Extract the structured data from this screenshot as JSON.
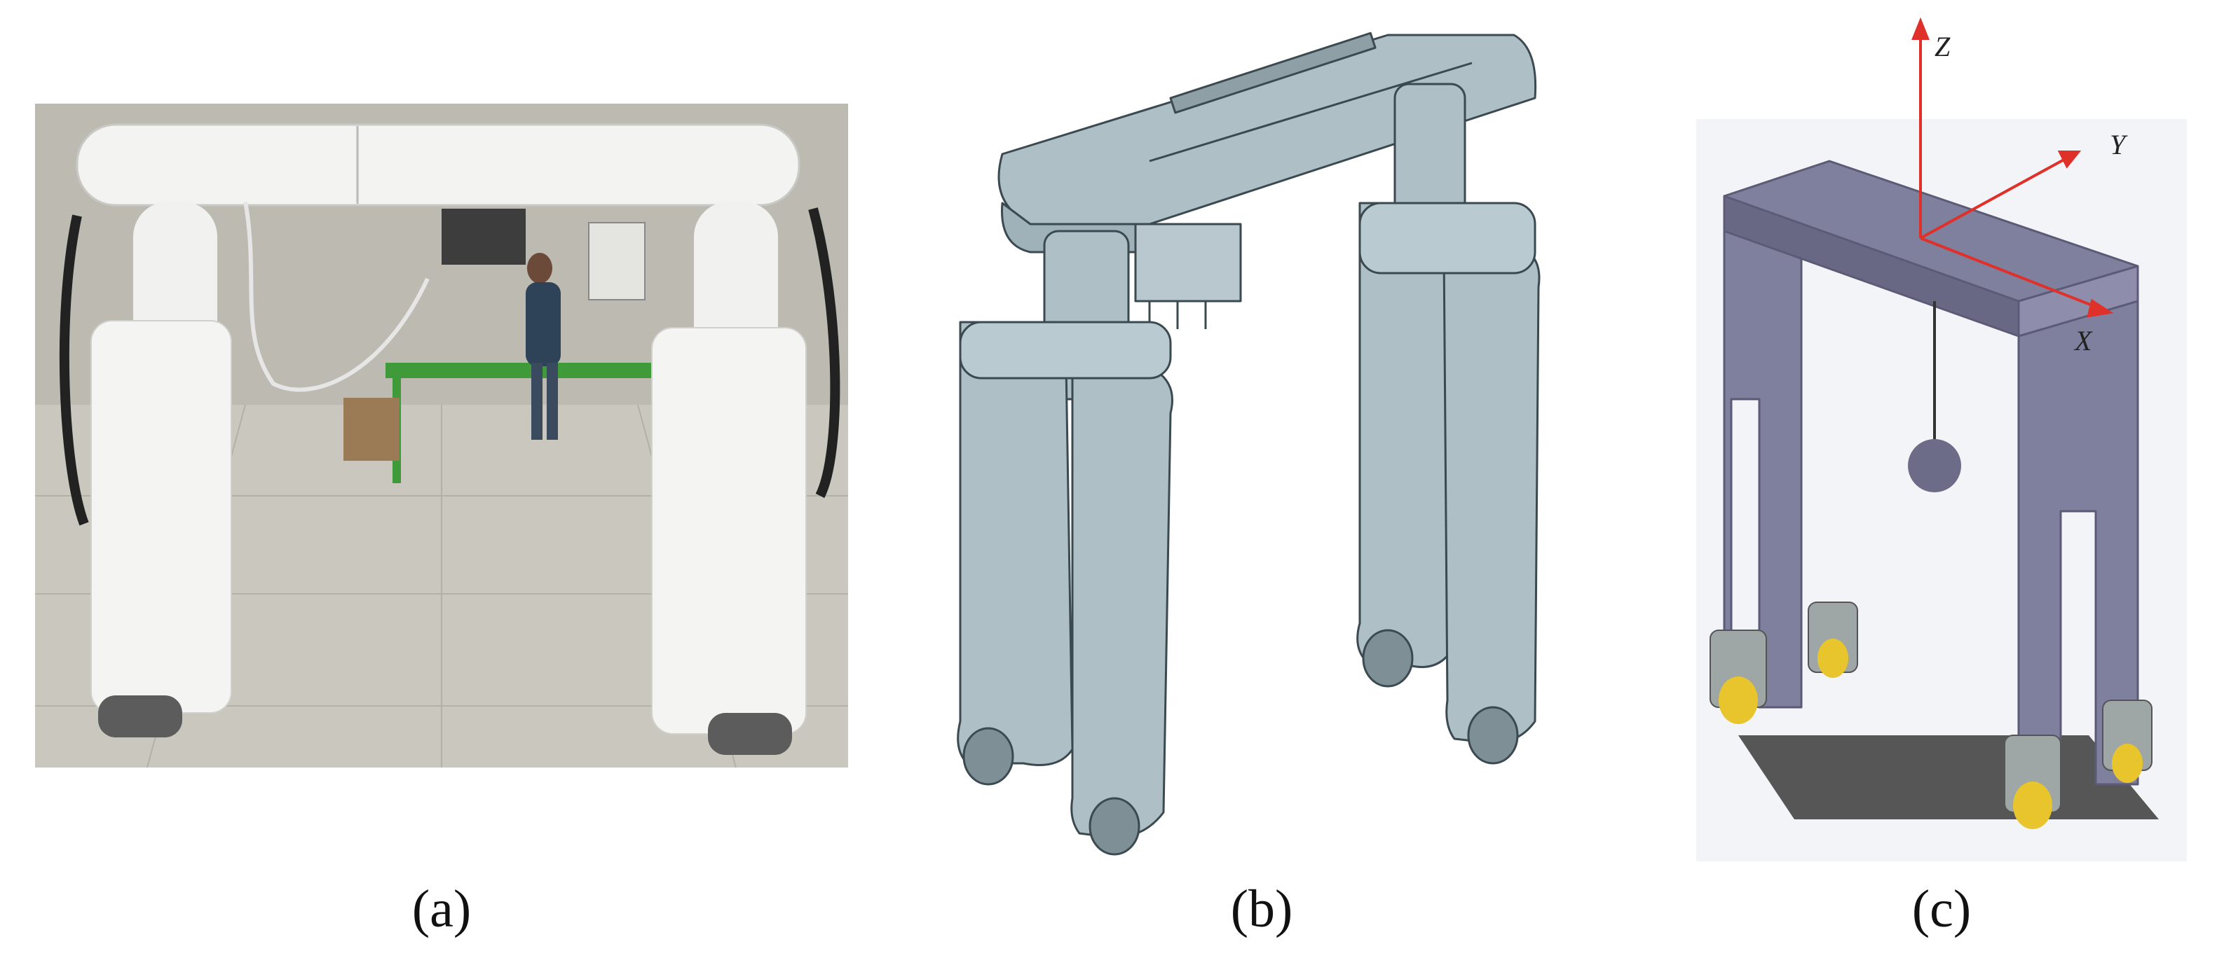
{
  "panels": [
    {
      "id": "a",
      "caption": "(a)",
      "kind": "photograph",
      "subject": "gantry-robot-prototype"
    },
    {
      "id": "b",
      "caption": "(b)",
      "kind": "cad-render",
      "subject": "gantry-robot-model"
    },
    {
      "id": "c",
      "caption": "(c)",
      "kind": "simplified-model",
      "subject": "gantry-frame-with-pendulum",
      "axes": {
        "z": "Z",
        "y": "Y",
        "x": "X"
      }
    }
  ],
  "colors": {
    "photo_wall": "#b9b7ae",
    "photo_floor": "#c9c6bd",
    "robot_white": "#f2f2f0",
    "cad_body": "#a9bcc3",
    "cad_edge": "#3b4a50",
    "frame_purple": "#7e7e9c",
    "frame_dark": "#5e5e78",
    "axis_red": "#e0302a",
    "wheel_yellow": "#e8c52c"
  }
}
